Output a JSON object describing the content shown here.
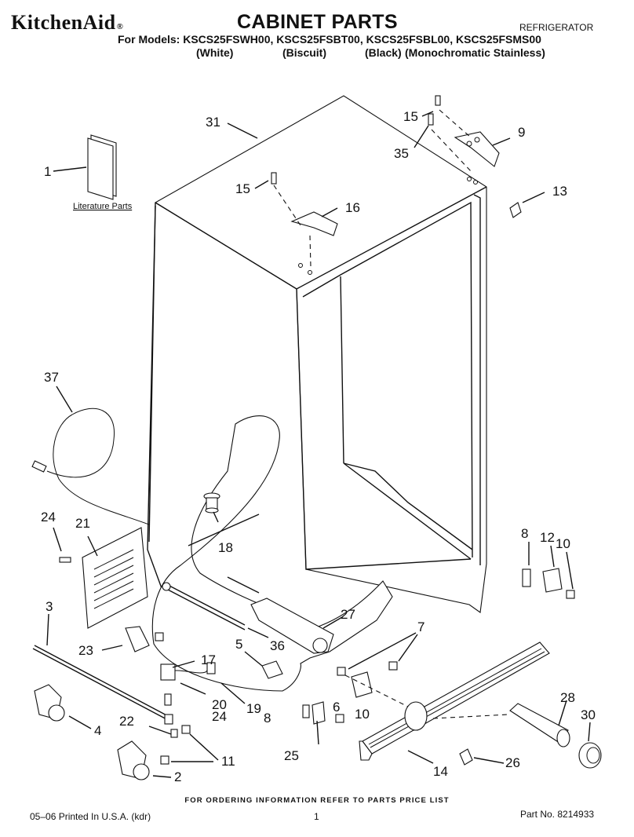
{
  "header": {
    "brand": "KitchenAid",
    "brand_mark": "®",
    "title": "CABINET PARTS",
    "category": "REFRIGERATOR",
    "models_line": "For Models: KSCS25FSWH00, KSCS25FSBT00, KSCS25FSBL00, KSCS25FSMS00",
    "color_white": "(White)",
    "color_biscuit": "(Biscuit)",
    "color_black": "(Black)",
    "color_stainless": "(Monochromatic Stainless)"
  },
  "diagram": {
    "literature_label": "Literature Parts",
    "callouts": [
      "1",
      "2",
      "3",
      "4",
      "5",
      "6",
      "7",
      "8",
      "8",
      "9",
      "10",
      "10",
      "11",
      "12",
      "13",
      "14",
      "15",
      "15",
      "16",
      "17",
      "18",
      "19",
      "20",
      "21",
      "22",
      "23",
      "24",
      "24",
      "25",
      "26",
      "27",
      "28",
      "30",
      "31",
      "35",
      "36",
      "37"
    ]
  },
  "footer": {
    "note": "FOR ORDERING INFORMATION REFER TO PARTS PRICE LIST",
    "printed": "05–06 Printed In U.S.A. (kdr)",
    "page": "1",
    "part_number": "Part No. 8214933"
  }
}
